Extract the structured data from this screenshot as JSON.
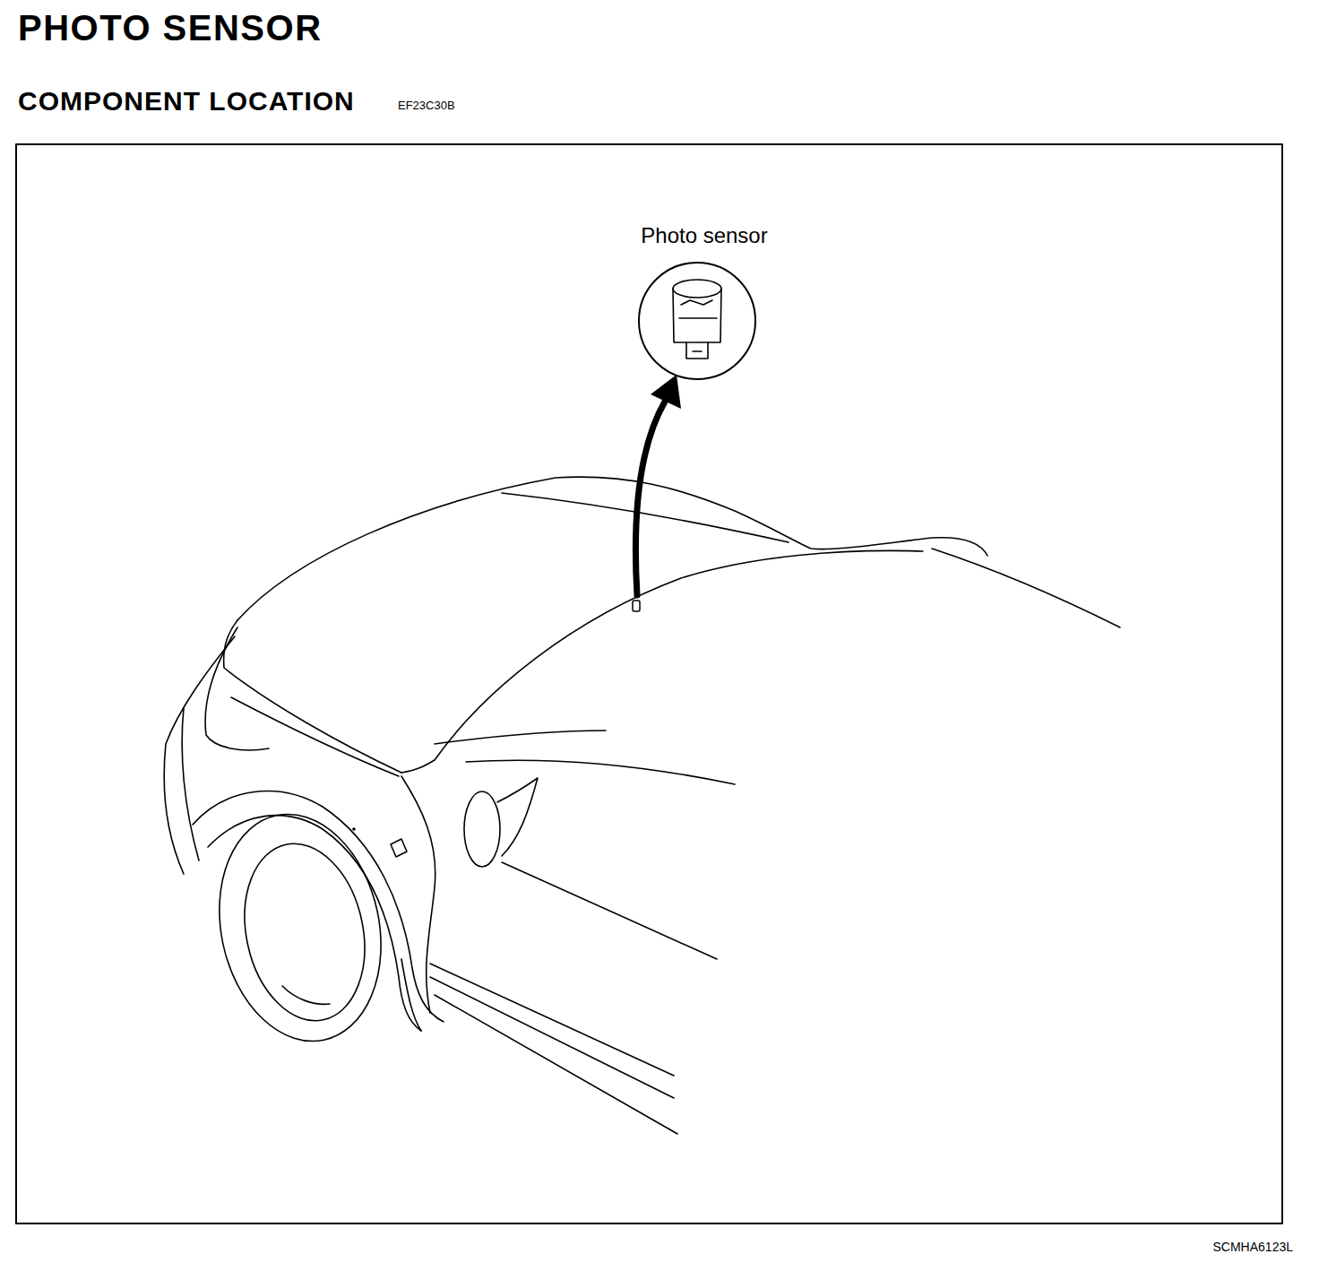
{
  "diagram": {
    "title": "PHOTO SENSOR",
    "labels": [
      "COMPONENT LOCATION",
      "EF23C30B",
      "Photo sensor",
      "SCMHA6123L"
    ]
  }
}
